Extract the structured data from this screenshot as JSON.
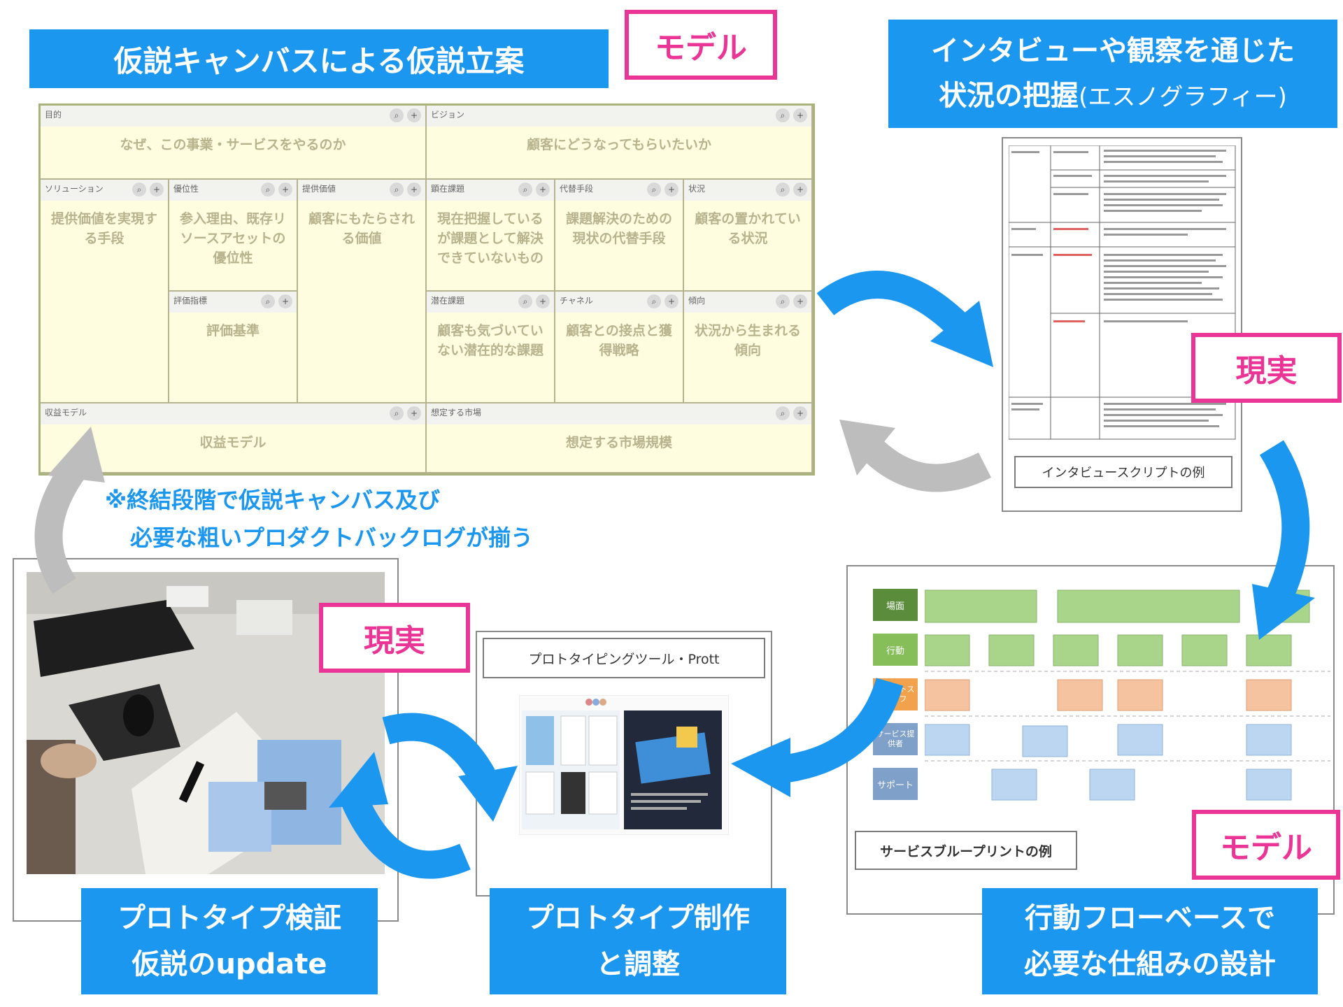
{
  "top_title": "仮説キャンバスによる仮説立案",
  "tag_model": "モデル",
  "tag_reality": "現実",
  "ethno_title_line1": "インタビューや観察を通じた",
  "ethno_title_line2": "状況の把握",
  "ethno_title_suffix": "(エスノグラフィー)",
  "canvas": {
    "cells": [
      {
        "head": "目的",
        "body": "なぜ、この事業・サービスをやるのか"
      },
      {
        "head": "ビジョン",
        "body": "顧客にどうなってもらいたいか"
      },
      {
        "head": "ソリューション",
        "body": "提供価値を実現する手段"
      },
      {
        "head": "優位性",
        "body": "参入理由、既存リソースアセットの優位性"
      },
      {
        "head": "提供価値",
        "body": "顧客にもたらされる価値"
      },
      {
        "head": "顕在課題",
        "body": "現在把握しているが課題として解決できていないもの"
      },
      {
        "head": "代替手段",
        "body": "課題解決のための現状の代替手段"
      },
      {
        "head": "状況",
        "body": "顧客の置かれている状況"
      },
      {
        "head": "評価指標",
        "body": "評価基準"
      },
      {
        "head": "潜在課題",
        "body": "顧客も気づいていない潜在的な課題"
      },
      {
        "head": "チャネル",
        "body": "顧客との接点と獲得戦略"
      },
      {
        "head": "傾向",
        "body": "状況から生まれる傾向"
      },
      {
        "head": "収益モデル",
        "body": "収益モデル"
      },
      {
        "head": "想定する市場",
        "body": "想定する市場規模"
      }
    ]
  },
  "interview_label": "インタビュースクリプトの例",
  "note_line1": "※終結段階で仮説キャンバス及び",
  "note_line2": "必要な粗いプロダクトバックログが揃う",
  "blueprint": {
    "rows": [
      "場面",
      "行動",
      "フロントスタッフ",
      "サービス提供者",
      "サポート"
    ],
    "label": "サービスブループリントの例"
  },
  "prott_label": "プロトタイピングツール・Prott",
  "box_verify_line1": "プロトタイプ検証",
  "box_verify_line2": "仮説のupdate",
  "box_make_line1": "プロトタイプ制作",
  "box_make_line2": "と調整",
  "box_design_line1": "行動フローベースで",
  "box_design_line2": "必要な仕組みの設計",
  "colors": {
    "blue": "#1c97f0",
    "pink": "#ea3596",
    "grey_arrow": "#bdbdbd",
    "canvas_bg": "#fffde0"
  }
}
